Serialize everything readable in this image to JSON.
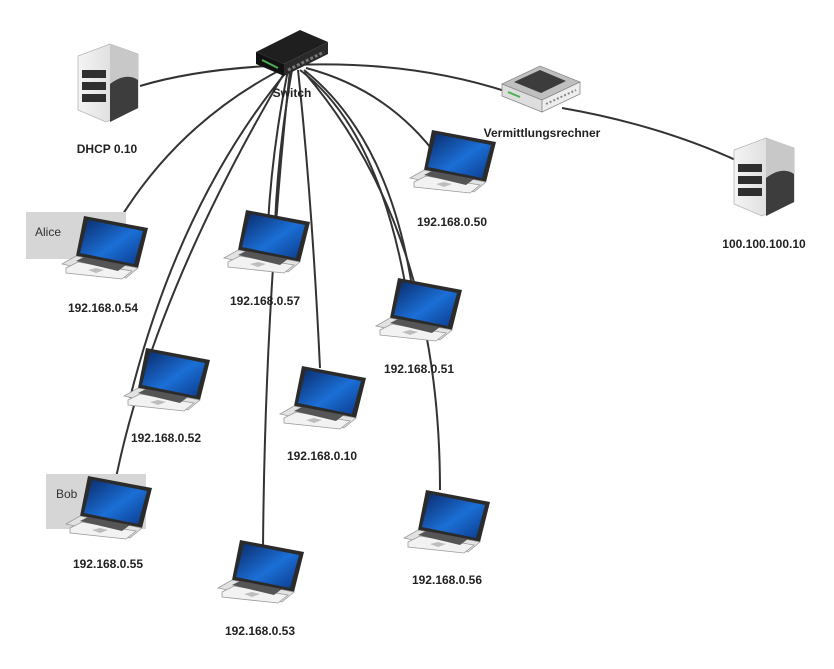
{
  "switch": {
    "label": "Switch"
  },
  "router": {
    "label": "Vermittlungsrechner"
  },
  "servers": {
    "dhcp": {
      "label": "DHCP 0.10"
    },
    "remote": {
      "label": "100.100.100.10"
    }
  },
  "tags": {
    "alice": "Alice",
    "bob": "Bob"
  },
  "laptops": {
    "l54": "192.168.0.54",
    "l57": "192.168.0.57",
    "l50": "192.168.0.50",
    "l52": "192.168.0.52",
    "l10": "192.168.0.10",
    "l51": "192.168.0.51",
    "l55": "192.168.0.55",
    "l53": "192.168.0.53",
    "l56": "192.168.0.56"
  },
  "colors": {
    "cable": "#333333",
    "tag_background": "#d6d6d6",
    "screen": "#1b6fd6",
    "device_body": "#dcdcdc"
  }
}
